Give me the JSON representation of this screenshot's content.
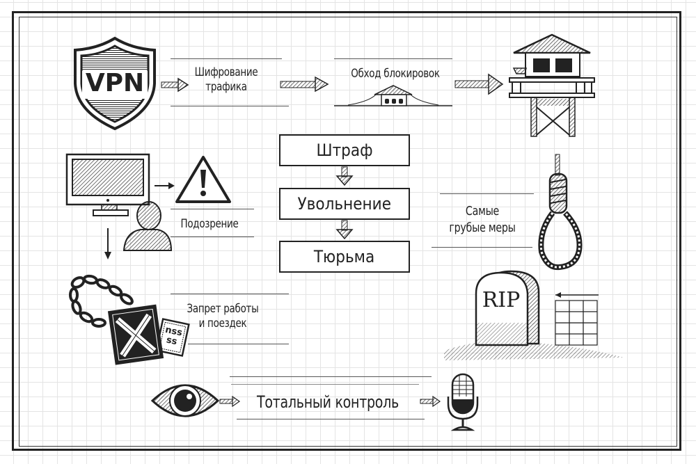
{
  "shield": {
    "text": "VPN"
  },
  "labels": {
    "encryption": [
      "Шифрование",
      "трафика"
    ],
    "bypass": "Обход блокировок",
    "suspicion": "Подозрение",
    "ban": [
      "Запрет работы",
      "и поездек"
    ],
    "harshest": [
      "Самые",
      "грубые меры"
    ],
    "total_control": "Тотальный контроль"
  },
  "steps": [
    "Штраф",
    "Увольнение",
    "Тюрьма"
  ],
  "tombstone": {
    "text": "RIP"
  },
  "passport": {
    "text": [
      "nss",
      "ss"
    ]
  },
  "colors": {
    "ink": "#222222",
    "grid": "#e4e4e4",
    "paper": "#ffffff"
  }
}
